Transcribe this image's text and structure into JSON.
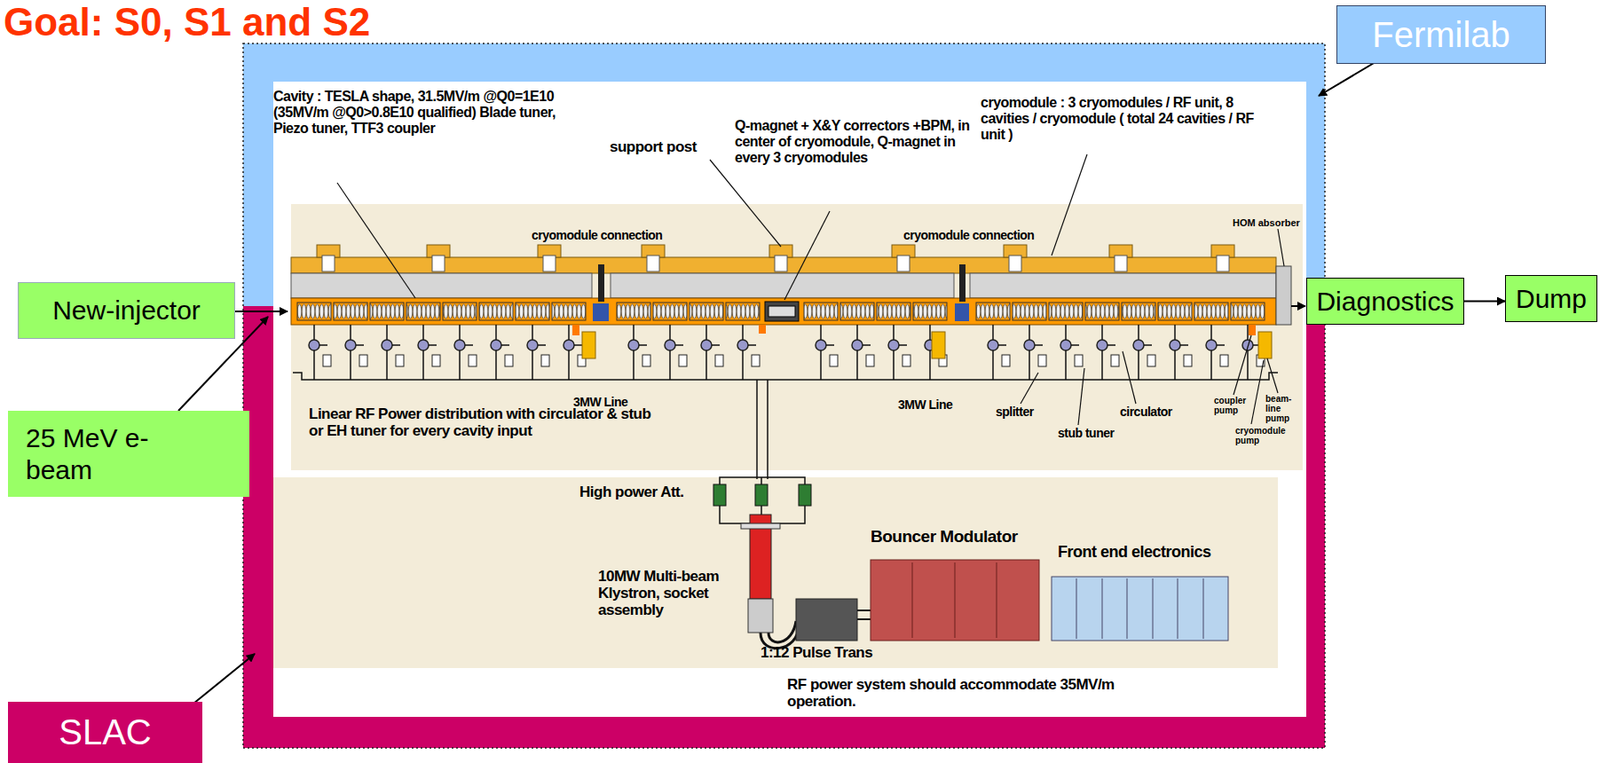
{
  "diagram": {
    "title": "Goal: S0, S1 and S2",
    "nodes": [
      {
        "text": [
          "Fermilab"
        ]
      },
      {
        "text": [
          "New-injector"
        ]
      },
      {
        "text": [
          "25 MeV e- beam"
        ]
      },
      {
        "text": [
          "Diagnostics"
        ]
      },
      {
        "text": [
          "Dump"
        ]
      },
      {
        "text": [
          "SLAC"
        ]
      }
    ],
    "edges": [
      {
        "from": 3,
        "to": 4,
        "arrow": "to"
      }
    ],
    "labels": [
      "Cavity : TESLA shape, 31.5MV/m @Q0=1E10 (35MV/m @Q0>0.8E10 qualified) Blade tuner, Piezo tuner, TTF3 coupler",
      "support post",
      "Q-magnet + X&Y correctors +BPM, in center of cryomodule, Q-magnet in every 3 cryomodules",
      "cryomodule : 3 cryomodules / RF unit, 8 cavities / cryomodule ( total 24 cavities / RF unit )",
      "cryomodule connection",
      "cryomodule connection",
      "HOM absorber",
      "3MW Line",
      "3MW Line",
      "splitter",
      "circulator",
      "stub tuner",
      "coupler pump",
      "beam-line pump",
      "cryomodule pump",
      "Linear RF Power distribution with circulator & stub or EH tuner for every cavity input",
      "High power Att.",
      "10MW Multi-beam Klystron, socket assembly",
      "Bouncer Modulator",
      "Front end electronics",
      "1:12 Pulse Trans",
      "RF power system should accommodate 35MV/m operation."
    ]
  }
}
